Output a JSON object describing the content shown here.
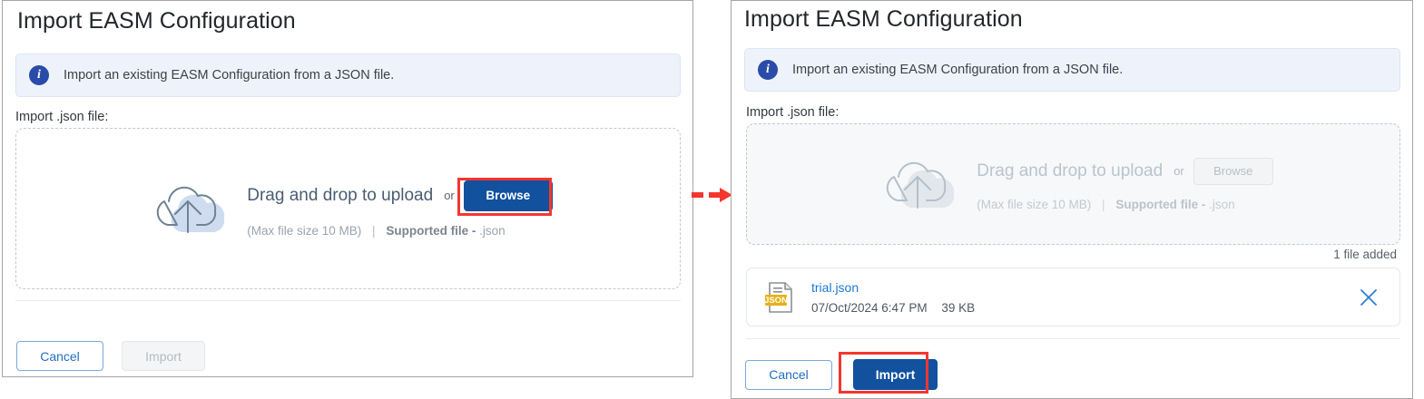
{
  "left_panel": {
    "title": "Import EASM Configuration",
    "info": {
      "icon": "info-circle-icon",
      "text": "Import an existing EASM Configuration from a JSON file."
    },
    "field_label": "Import .json file:",
    "dropzone": {
      "icon": "cloud-upload-icon",
      "headline": "Drag and drop to upload",
      "or": "or",
      "browse_label": "Browse",
      "max_size": "(Max file size 10 MB)",
      "separator": "|",
      "supported_label": "Supported file -",
      "supported_ext": ".json"
    },
    "footer": {
      "cancel_label": "Cancel",
      "import_label": "Import"
    }
  },
  "right_panel": {
    "title": "Import EASM Configuration",
    "info": {
      "icon": "info-circle-icon",
      "text": "Import an existing EASM Configuration from a JSON file."
    },
    "field_label": "Import .json file:",
    "dropzone": {
      "icon": "cloud-upload-icon",
      "headline": "Drag and drop to upload",
      "or": "or",
      "browse_label": "Browse",
      "max_size": "(Max file size 10 MB)",
      "separator": "|",
      "supported_label": "Supported file -",
      "supported_ext": ".json"
    },
    "file_count": "1 file added",
    "file": {
      "icon": "json-file-icon",
      "badge": "JSON",
      "name": "trial.json",
      "date": "07/Oct/2024 6:47 PM",
      "size": "39 KB",
      "remove_icon": "close-icon"
    },
    "footer": {
      "cancel_label": "Cancel",
      "import_label": "Import"
    }
  },
  "annotations": {
    "arrow_icon": "red-dashed-arrow-icon",
    "highlight_browse": "browse-button-highlight",
    "highlight_import": "import-button-highlight"
  },
  "colors": {
    "primary_blue": "#11519e",
    "info_bg": "#eef3fb",
    "info_icon": "#2a4ba8",
    "link_blue": "#1f77d0",
    "highlight_red": "#f4362f",
    "json_badge": "#e8b016"
  }
}
